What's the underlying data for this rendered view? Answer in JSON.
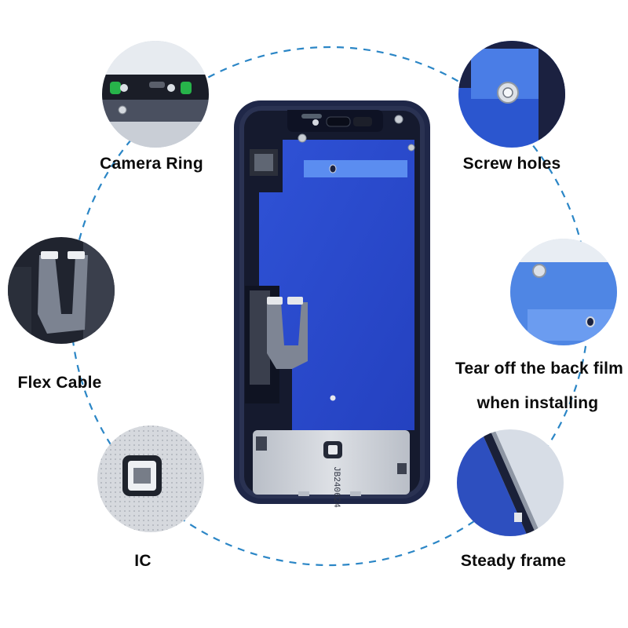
{
  "features": {
    "camera_ring": "Camera Ring",
    "screw_holes": "Screw holes",
    "flex_cable": "Flex Cable",
    "tear_film_line1": "Tear off the back film",
    "tear_film_line2": "when installing",
    "ic": "IC",
    "steady_frame": "Steady frame"
  },
  "phone": {
    "serial": "JB240624"
  },
  "colors": {
    "dashed_circle": "#2b86c6",
    "frame": "#1f2748",
    "film_blue": "#2a4fd1",
    "film_light_blue": "#5b8df0",
    "metal_plate": "#c9cdd4",
    "background": "#ffffff"
  }
}
